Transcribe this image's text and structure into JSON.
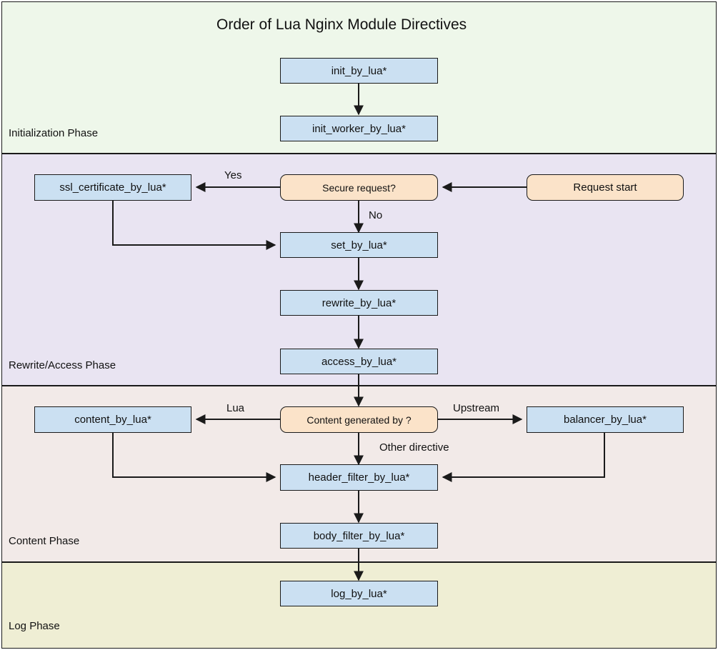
{
  "title": "Order of Lua Nginx Module Directives",
  "colors": {
    "process_fill": "#cbe0f2",
    "decision_fill": "#fbe3c9",
    "stroke": "#1a1a1a",
    "init_band": "#eef7ea",
    "rewrite_band": "#e9e4f2",
    "content_band": "#f2eae8",
    "log_band": "#efeed4"
  },
  "bands": [
    {
      "id": "initialization",
      "label": "Initialization Phase",
      "fill": "#eef7ea"
    },
    {
      "id": "rewrite-access",
      "label": "Rewrite/Access Phase",
      "fill": "#e9e4f2"
    },
    {
      "id": "content",
      "label": "Content Phase",
      "fill": "#f2eae8"
    },
    {
      "id": "log",
      "label": "Log Phase",
      "fill": "#efeed4"
    }
  ],
  "nodes": [
    {
      "id": "init-by-lua",
      "label": "init_by_lua*",
      "shape": "process",
      "phase": "initialization"
    },
    {
      "id": "init-worker-by-lua",
      "label": "init_worker_by_lua*",
      "shape": "process",
      "phase": "initialization"
    },
    {
      "id": "request-start",
      "label": "Request start",
      "shape": "terminal",
      "phase": "rewrite-access"
    },
    {
      "id": "secure-request",
      "label": "Secure request?",
      "shape": "decision",
      "phase": "rewrite-access"
    },
    {
      "id": "ssl-certificate-by-lua",
      "label": "ssl_certificate_by_lua*",
      "shape": "process",
      "phase": "rewrite-access"
    },
    {
      "id": "set-by-lua",
      "label": "set_by_lua*",
      "shape": "process",
      "phase": "rewrite-access"
    },
    {
      "id": "rewrite-by-lua",
      "label": "rewrite_by_lua*",
      "shape": "process",
      "phase": "rewrite-access"
    },
    {
      "id": "access-by-lua",
      "label": "access_by_lua*",
      "shape": "process",
      "phase": "rewrite-access"
    },
    {
      "id": "content-generated-by",
      "label": "Content generated by ?",
      "shape": "decision",
      "phase": "content"
    },
    {
      "id": "content-by-lua",
      "label": "content_by_lua*",
      "shape": "process",
      "phase": "content"
    },
    {
      "id": "balancer-by-lua",
      "label": "balancer_by_lua*",
      "shape": "process",
      "phase": "content"
    },
    {
      "id": "header-filter-by-lua",
      "label": "header_filter_by_lua*",
      "shape": "process",
      "phase": "content"
    },
    {
      "id": "body-filter-by-lua",
      "label": "body_filter_by_lua*",
      "shape": "process",
      "phase": "content"
    },
    {
      "id": "log-by-lua",
      "label": "log_by_lua*",
      "shape": "process",
      "phase": "log"
    }
  ],
  "edge_labels": [
    {
      "id": "yes",
      "text": "Yes",
      "from": "secure-request",
      "to": "ssl-certificate-by-lua"
    },
    {
      "id": "no",
      "text": "No",
      "from": "secure-request",
      "to": "set-by-lua"
    },
    {
      "id": "lua",
      "text": "Lua",
      "from": "content-generated-by",
      "to": "content-by-lua"
    },
    {
      "id": "upstream",
      "text": "Upstream",
      "from": "content-generated-by",
      "to": "balancer-by-lua"
    },
    {
      "id": "other-directive",
      "text": "Other directive",
      "from": "content-generated-by",
      "to": "header-filter-by-lua"
    }
  ]
}
